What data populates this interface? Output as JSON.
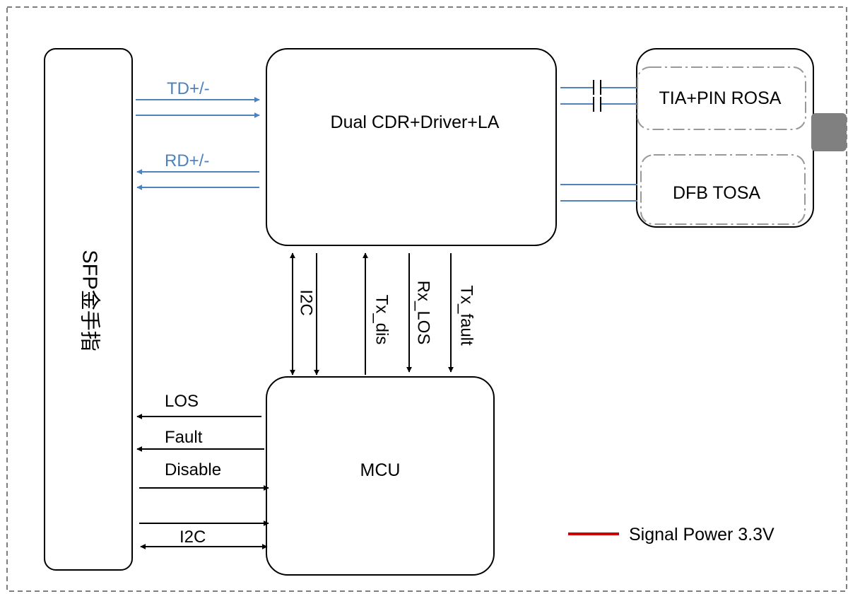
{
  "diagram": {
    "sfp_connector": "SFP金手指",
    "cdr_block": "Dual CDR+Driver+LA",
    "rosa": "TIA+PIN ROSA",
    "tosa": "DFB TOSA",
    "mcu": "MCU",
    "td_label": "TD+/-",
    "rd_label": "RD+/-",
    "vertical_signals": {
      "i2c": "I2C",
      "tx_dis": "Tx_dis",
      "rx_los": "Rx_LOS",
      "tx_fault": "Tx_fault"
    },
    "mcu_signals": {
      "los": "LOS",
      "fault": "Fault",
      "disable": "Disable",
      "i2c": "I2C"
    },
    "legend": {
      "label": "Signal Power 3.3V",
      "color": "#cc0000"
    },
    "colors": {
      "data_line": "#4f81bd",
      "control_line": "#000000",
      "border": "#7f7f7f",
      "connector_tab": "#808080"
    }
  }
}
